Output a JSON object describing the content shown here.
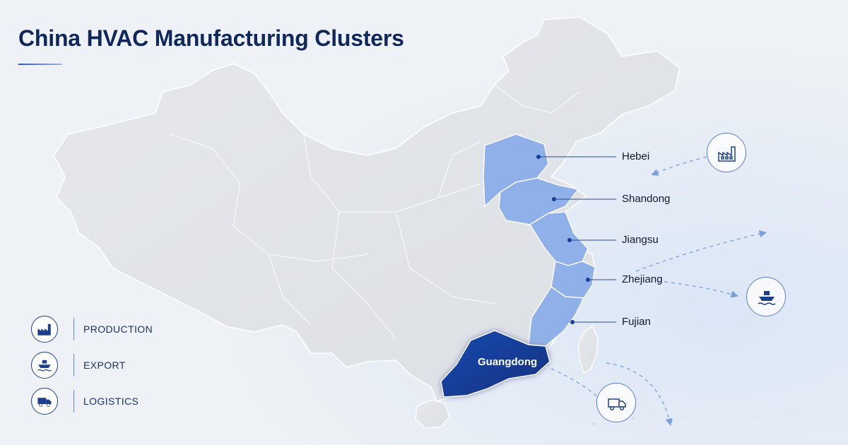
{
  "title": "China HVAC Manufacturing Clusters",
  "map": {
    "highlight_color": "#8fb0e8",
    "primary_color": "#163f99",
    "callouts": [
      {
        "key": "hebei",
        "label": "Hebei"
      },
      {
        "key": "shandong",
        "label": "Shandong"
      },
      {
        "key": "jiangsu",
        "label": "Jiangsu"
      },
      {
        "key": "zhejiang",
        "label": "Zhejiang"
      },
      {
        "key": "fujian",
        "label": "Fujian"
      }
    ],
    "primary_region": {
      "key": "guangdong",
      "label": "Guangdong"
    }
  },
  "legend": {
    "items": [
      {
        "label": "PRODUCTION",
        "icon": "factory-icon"
      },
      {
        "label": "EXPORT",
        "icon": "ship-icon"
      },
      {
        "label": "LOGISTICS",
        "icon": "truck-icon"
      }
    ]
  },
  "floating_icons": [
    "factory-icon",
    "ship-icon",
    "truck-icon"
  ]
}
